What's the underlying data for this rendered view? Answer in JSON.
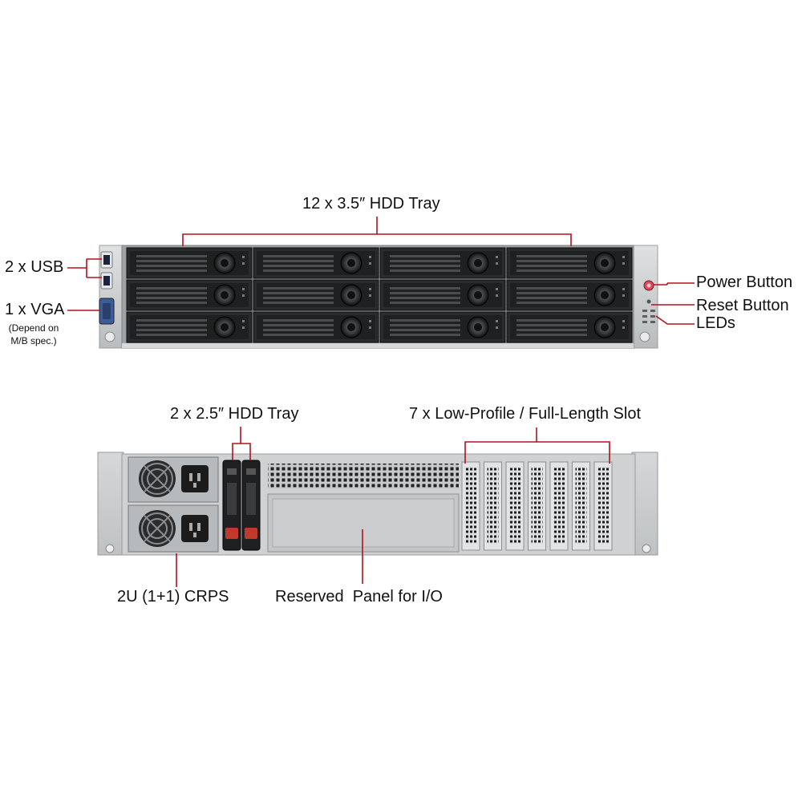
{
  "front": {
    "hdd_tray_label": "12 x 3.5″ HDD Tray",
    "usb_label": "2 x USB",
    "vga_label": "1 x VGA",
    "vga_note_line1": "(Depend on",
    "vga_note_line2": "M/B spec.)",
    "power_label": "Power Button",
    "reset_label": "Reset Button",
    "leds_label": "LEDs",
    "bay_rows": 3,
    "bay_cols": 4
  },
  "rear": {
    "hdd_tray_label": "2 x 2.5″ HDD Tray",
    "slot_label": "7 x Low-Profile / Full-Length Slot",
    "psu_label": "2U (1+1) CRPS",
    "io_panel_label": "Reserved  Panel for I/O",
    "slot_count": 7
  },
  "colors": {
    "callout_line": "#b3121c",
    "chassis": "#c9ccce",
    "bay_face": "#232426",
    "accent_red": "#c0392b"
  }
}
